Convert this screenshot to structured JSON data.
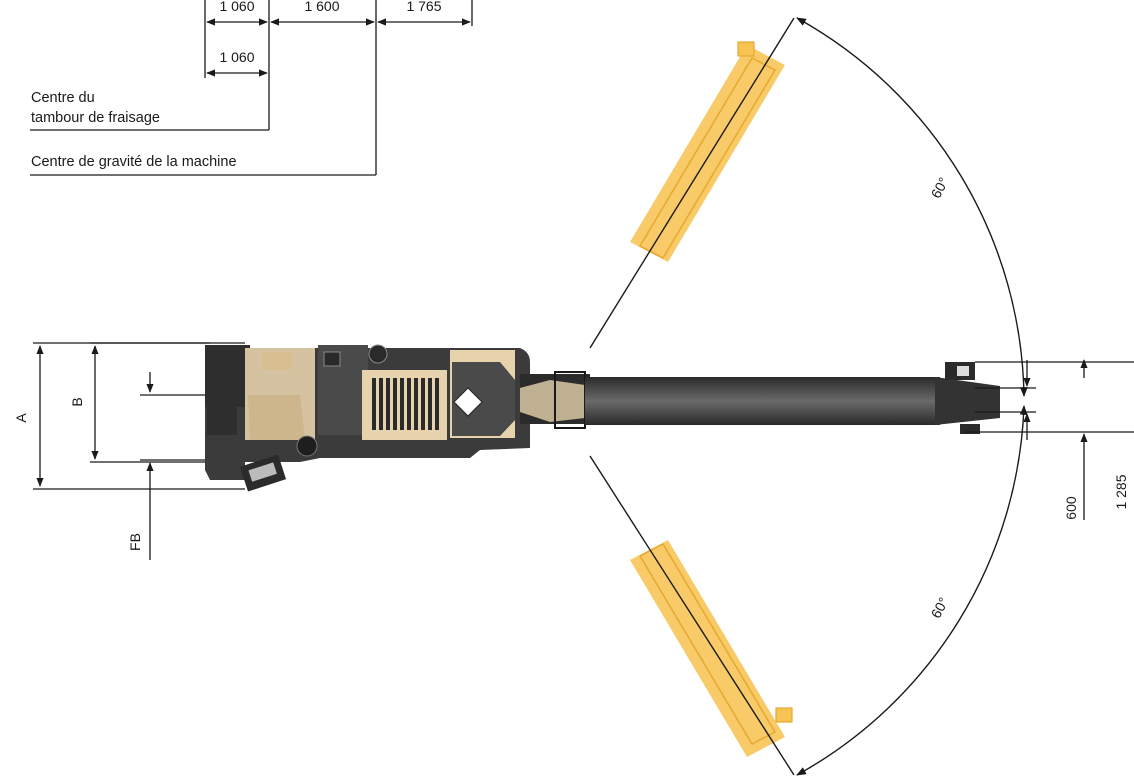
{
  "dimensions": {
    "top_row": [
      "1 060",
      "1 600",
      "1 765"
    ],
    "second_row": "1 060",
    "right_inner": "600",
    "right_outer": "1 285"
  },
  "labels": {
    "drum_center_line1": "Centre du",
    "drum_center_line2": "tambour de fraisage",
    "gravity_center": "Centre de gravité de la machine",
    "dim_A": "A",
    "dim_B": "B",
    "dim_FB": "FB"
  },
  "angles": {
    "upper": "60°",
    "lower": "60°"
  },
  "colors": {
    "conveyor_yellow": "#f7c453",
    "machine_dark": "#3b3b3b",
    "machine_beige": "#e6d2ad",
    "line": "#1a1a1a"
  }
}
